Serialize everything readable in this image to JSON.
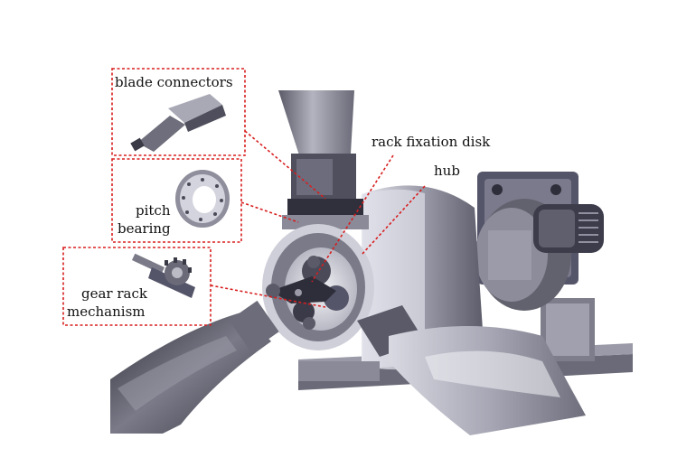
{
  "labels": {
    "blade_connectors": "blade connectors",
    "pitch_bearing_line1": "pitch",
    "pitch_bearing_line2": "bearing",
    "gear_rack_line1": "gear rack",
    "gear_rack_line2": "mechanism",
    "rack_fixation_disk": "rack fixation disk",
    "hub": "hub"
  },
  "colors": {
    "callout": "#d81e1e",
    "metal_dark": "#4a4a58",
    "metal_mid": "#8a8a98",
    "metal_light": "#c9c9d2",
    "label_text": "#111111"
  }
}
